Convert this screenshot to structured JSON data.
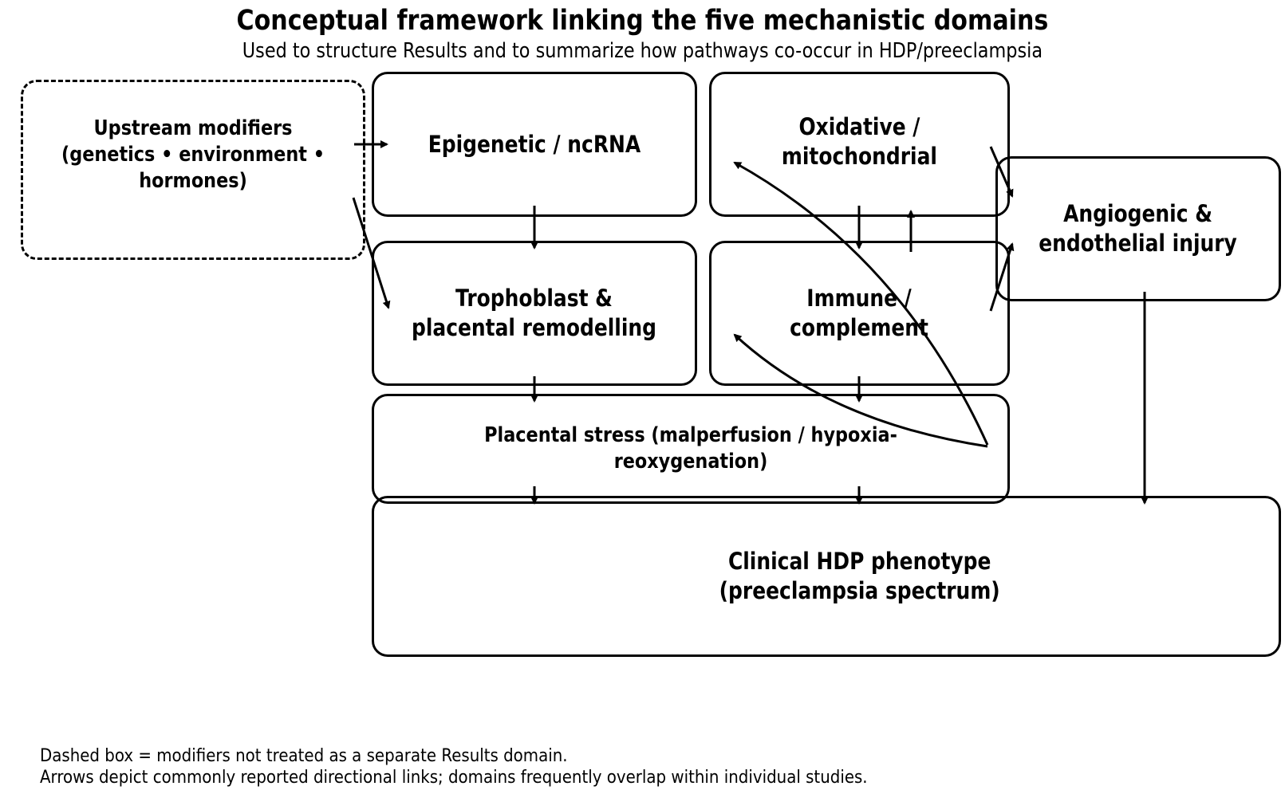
{
  "title": "Conceptual framework linking the five mechanistic domains",
  "subtitle": "Used to structure Results and to summarize how pathways co-occur in HDP/preeclampsia",
  "boxes": {
    "upstream": "Upstream modifiers\n(genetics • environment • hormones)",
    "epigenetic": "Epigenetic / ncRNA",
    "oxidative": "Oxidative /\nmitochondrial",
    "angiogenic": "Angiogenic &\nendothelial injury",
    "trophoblast": "Trophoblast &\nplacental remodelling",
    "immune": "Immune /\ncomplement",
    "placental_stress": "Placental stress (malperfusion / hypoxia-reoxygenation)",
    "clinical": "Clinical HDP phenotype\n(preeclampsia spectrum)"
  },
  "notes": {
    "line1": "Dashed box = modifiers not treated as a separate Results domain.",
    "line2": "Arrows depict commonly reported directional links; domains frequently overlap within individual studies."
  }
}
